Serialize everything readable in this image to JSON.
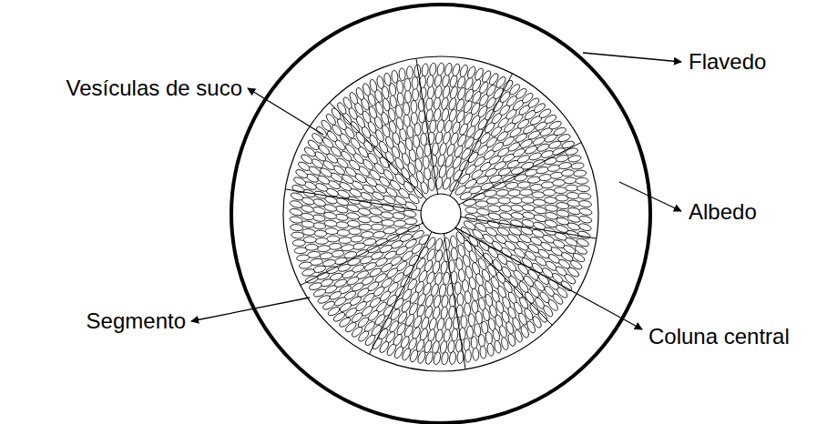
{
  "diagram": {
    "labels": [
      "Vesículas de suco",
      "Flavedo",
      "Albedo",
      "Segmento",
      "Coluna central"
    ]
  }
}
